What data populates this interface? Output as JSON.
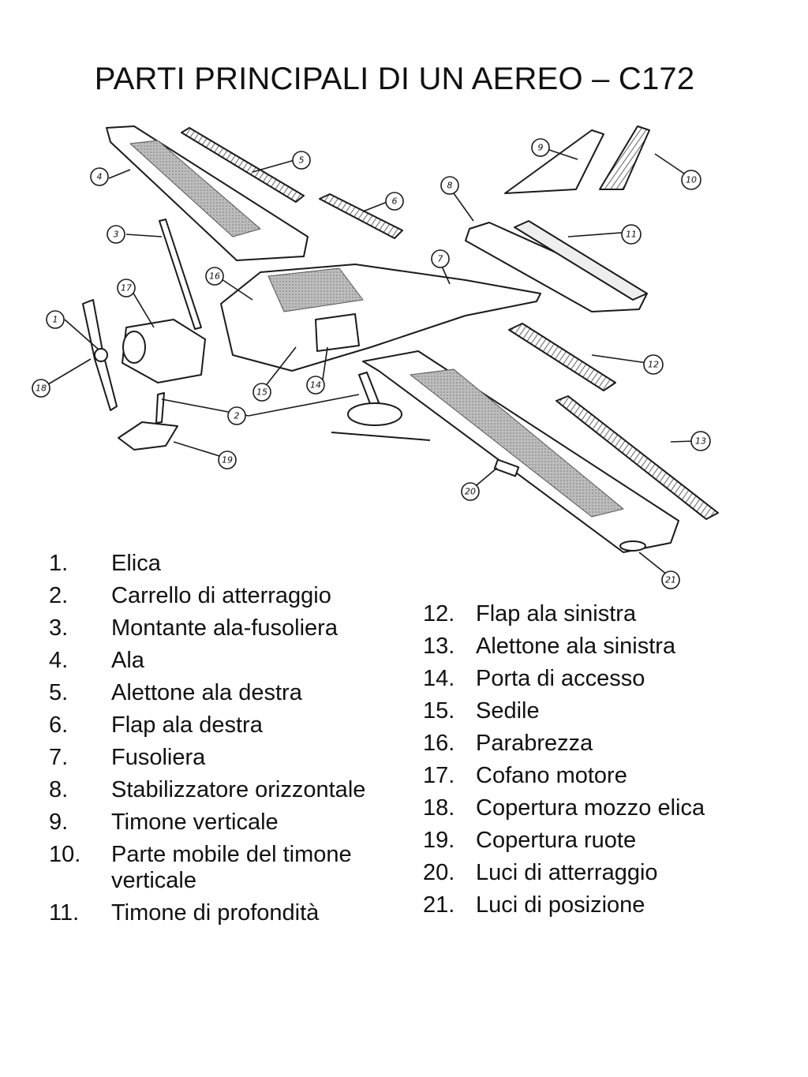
{
  "title": "PARTI PRINCIPALI DI UN AEREO – C172",
  "callouts": [
    "1",
    "2",
    "3",
    "4",
    "5",
    "6",
    "7",
    "8",
    "9",
    "10",
    "11",
    "12",
    "13",
    "14",
    "15",
    "16",
    "17",
    "18",
    "19",
    "20",
    "21"
  ],
  "legend_left": [
    {
      "num": "1.",
      "label": "Elica"
    },
    {
      "num": "2.",
      "label": "Carrello di atterraggio"
    },
    {
      "num": "3.",
      "label": "Montante ala-fusoliera"
    },
    {
      "num": "4.",
      "label": "Ala"
    },
    {
      "num": "5.",
      "label": "Alettone ala destra"
    },
    {
      "num": "6.",
      "label": "Flap ala destra"
    },
    {
      "num": "7.",
      "label": "Fusoliera"
    },
    {
      "num": "8.",
      "label": "Stabilizzatore orizzontale"
    },
    {
      "num": "9.",
      "label": "Timone verticale"
    },
    {
      "num": "10.",
      "label": "Parte mobile del timone verticale"
    },
    {
      "num": "11.",
      "label": "Timone di profondità"
    }
  ],
  "legend_right": [
    {
      "num": "12.",
      "label": "Flap ala sinistra"
    },
    {
      "num": "13.",
      "label": "Alettone ala sinistra"
    },
    {
      "num": "14.",
      "label": "Porta di accesso"
    },
    {
      "num": "15.",
      "label": "Sedile"
    },
    {
      "num": "16.",
      "label": "Parabrezza"
    },
    {
      "num": "17.",
      "label": "Cofano motore"
    },
    {
      "num": "18.",
      "label": "Copertura mozzo elica"
    },
    {
      "num": "19.",
      "label": "Copertura ruote"
    },
    {
      "num": "20.",
      "label": "Luci di atterraggio"
    },
    {
      "num": "21.",
      "label": "Luci di posizione"
    }
  ]
}
